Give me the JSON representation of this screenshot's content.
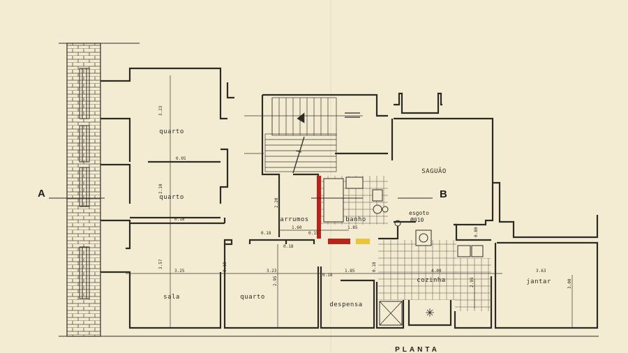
{
  "rooms": {
    "quarto_top": "quarto",
    "quarto_mid": "quarto",
    "sala": "sala",
    "quarto_bottom": "quarto",
    "despensa": "despensa",
    "cozinha": "cozinha",
    "jantar": "jantar",
    "saguao": "SAGUÃO",
    "arrumos": "arrumos",
    "banho": "banho",
    "esgoto": "esgoto",
    "esgoto_size": "Ø010"
  },
  "section_marks": {
    "a": "A",
    "b": "B"
  },
  "title": "PLANTA",
  "dimensions": {
    "d323a": "3.23",
    "d005": "0.05",
    "d210": "2.10",
    "d018a": "0.18",
    "d357": "3.57",
    "d325": "3.25",
    "d018b": "0.18",
    "d323b": "3.23",
    "d295a": "2.95",
    "d185a": "1.85",
    "d018c": "0.18",
    "d400": "4.00",
    "d295b": "2.95",
    "d363": "3.63",
    "d300": "3.00",
    "d220": "2.20",
    "d160": "1.60",
    "d015": "0.15",
    "d018d": "0.18",
    "d185b": "1.85",
    "d018e": "0.18",
    "d080": "0.80",
    "d018f": "0.18"
  },
  "colors": {
    "paper": "#f4ecd2",
    "ink": "#2c2a25",
    "red": "#b8231c",
    "yellow": "#e8c53a"
  }
}
